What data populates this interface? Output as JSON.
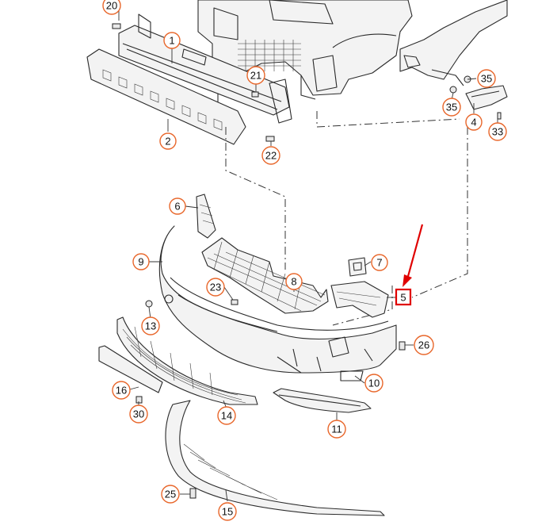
{
  "callouts": [
    {
      "id": "c20",
      "label": "20"
    },
    {
      "id": "c1",
      "label": "1"
    },
    {
      "id": "c21",
      "label": "21"
    },
    {
      "id": "c2",
      "label": "2"
    },
    {
      "id": "c22",
      "label": "22"
    },
    {
      "id": "c35a",
      "label": "35"
    },
    {
      "id": "c35b",
      "label": "35"
    },
    {
      "id": "c4",
      "label": "4"
    },
    {
      "id": "c33",
      "label": "33"
    },
    {
      "id": "c6",
      "label": "6"
    },
    {
      "id": "c9",
      "label": "9"
    },
    {
      "id": "c7",
      "label": "7"
    },
    {
      "id": "c8",
      "label": "8"
    },
    {
      "id": "c23",
      "label": "23"
    },
    {
      "id": "c5",
      "label": "5"
    },
    {
      "id": "c13",
      "label": "13"
    },
    {
      "id": "c26",
      "label": "26"
    },
    {
      "id": "c10",
      "label": "10"
    },
    {
      "id": "c16",
      "label": "16"
    },
    {
      "id": "c30",
      "label": "30"
    },
    {
      "id": "c14",
      "label": "14"
    },
    {
      "id": "c11",
      "label": "11"
    },
    {
      "id": "c25",
      "label": "25"
    },
    {
      "id": "c15",
      "label": "15"
    }
  ],
  "highlight": {
    "color": "#e00000",
    "label": "5"
  },
  "callout_color": "#e8662a"
}
